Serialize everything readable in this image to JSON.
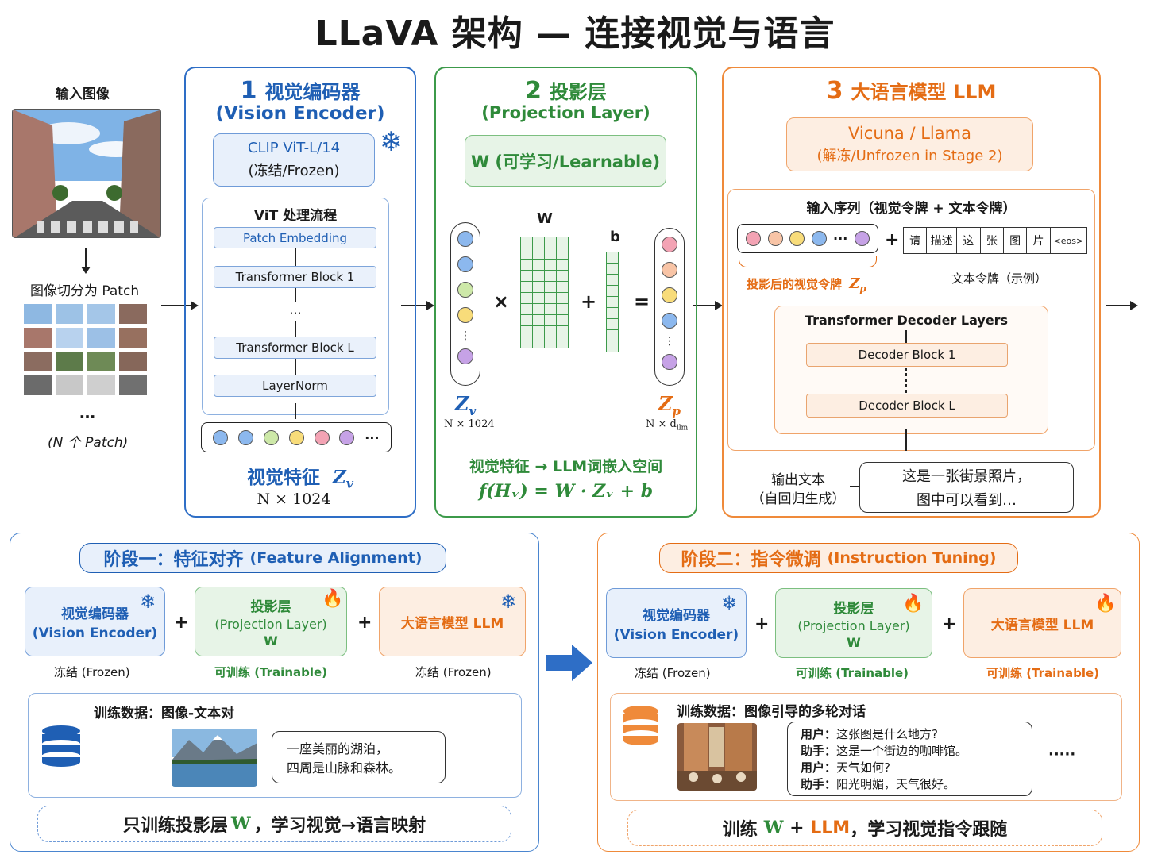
{
  "title": "LLaVA 架构 — 连接视觉与语言",
  "input": {
    "label": "输入图像",
    "patch_label": "图像切分为 Patch",
    "dots": "…",
    "count_label": "(N 个 Patch)"
  },
  "encoder": {
    "num": "1",
    "title": "视觉编码器",
    "subtitle": "(Vision Encoder)",
    "model": "CLIP ViT-L/14",
    "model_state": "(冻结/Frozen)",
    "flow_title": "ViT 处理流程",
    "steps": [
      "Patch Embedding",
      "Transformer Block 1",
      "···",
      "Transformer Block L",
      "LayerNorm"
    ],
    "feature_label": "视觉特征",
    "feature_var": "Z",
    "feature_sub": "v",
    "shape": "N × 1024",
    "dots": "···"
  },
  "projection": {
    "num": "2",
    "title": "投影层",
    "subtitle": "(Projection Layer)",
    "box": "W (可学习/Learnable)",
    "w_label": "W",
    "b_label": "b",
    "times": "×",
    "plus": "+",
    "equals": "=",
    "zv": "Z",
    "zv_sub": "v",
    "zv_shape": "N × 1024",
    "zp": "Z",
    "zp_sub": "p",
    "zp_shape": "N × d",
    "zp_shape_sub": "llm",
    "caption": "视觉特征 → LLM词嵌入空间",
    "formula": "f(Hᵥ) = W · Zᵥ + b"
  },
  "llm": {
    "num": "3",
    "title": "大语言模型 LLM",
    "model": "Vicuna / Llama",
    "model_state": "(解冻/Unfrozen in Stage 2)",
    "seq_title": "输入序列（视觉令牌 + 文本令牌）",
    "visual_tokens_label": "投影后的视觉令牌",
    "visual_tokens_var": "Z",
    "visual_tokens_sub": "p",
    "plus": "+",
    "text_tokens": [
      "请",
      "描述",
      "这",
      "张",
      "图",
      "片",
      "<eos>"
    ],
    "text_tokens_label": "文本令牌（示例）",
    "decoder_title": "Transformer Decoder Layers",
    "decoder_blocks": [
      "Decoder Block 1",
      "Decoder Block L"
    ],
    "output_label_1": "输出文本",
    "output_label_2": "（自回归生成）",
    "output_text_1": "这是一张街景照片，",
    "output_text_2": "图中可以看到…",
    "dots": "···"
  },
  "stage1": {
    "title": "阶段一：特征对齐",
    "title_en": "(Feature Alignment)",
    "enc_1": "视觉编码器",
    "enc_2": "(Vision Encoder)",
    "proj_1": "投影层",
    "proj_2": "(Projection Layer)",
    "proj_3": "W",
    "llm": "大语言模型 LLM",
    "enc_state": "冻结 (Frozen)",
    "proj_state": "可训练 (Trainable)",
    "llm_state": "冻结 (Frozen)",
    "plus": "+",
    "data_label": "训练数据：图像-文本对",
    "caption_1": "一座美丽的湖泊，",
    "caption_2": "四周是山脉和森林。",
    "summary_pre": "只训练投影层",
    "summary_w": "W",
    "summary_post": "，学习视觉→语言映射"
  },
  "stage2": {
    "title": "阶段二：指令微调",
    "title_en": "(Instruction Tuning)",
    "enc_1": "视觉编码器",
    "enc_2": "(Vision Encoder)",
    "proj_1": "投影层",
    "proj_2": "(Projection Layer)",
    "proj_3": "W",
    "llm": "大语言模型 LLM",
    "enc_state": "冻结 (Frozen)",
    "proj_state": "可训练 (Trainable)",
    "llm_state": "可训练 (Trainable)",
    "plus": "+",
    "data_label": "训练数据：图像引导的多轮对话",
    "dialog": [
      {
        "who": "用户：",
        "text": "这张图是什么地方?"
      },
      {
        "who": "助手：",
        "text": "这是一个街边的咖啡馆。"
      },
      {
        "who": "用户：",
        "text": "天气如何?"
      },
      {
        "who": "助手：",
        "text": "阳光明媚，天气很好。"
      }
    ],
    "more": "·····",
    "summary_pre": "训练",
    "summary_w": "W",
    "summary_plus": " + ",
    "summary_llm": "LLM",
    "summary_post": "，学习视觉指令跟随"
  },
  "colors": {
    "blue": "#1f5fb4",
    "green": "#2f8a3a",
    "orange": "#e46c14"
  },
  "icons": {
    "frozen": "snowflake-icon",
    "trainable": "fire-icon",
    "data": "database-icon"
  }
}
